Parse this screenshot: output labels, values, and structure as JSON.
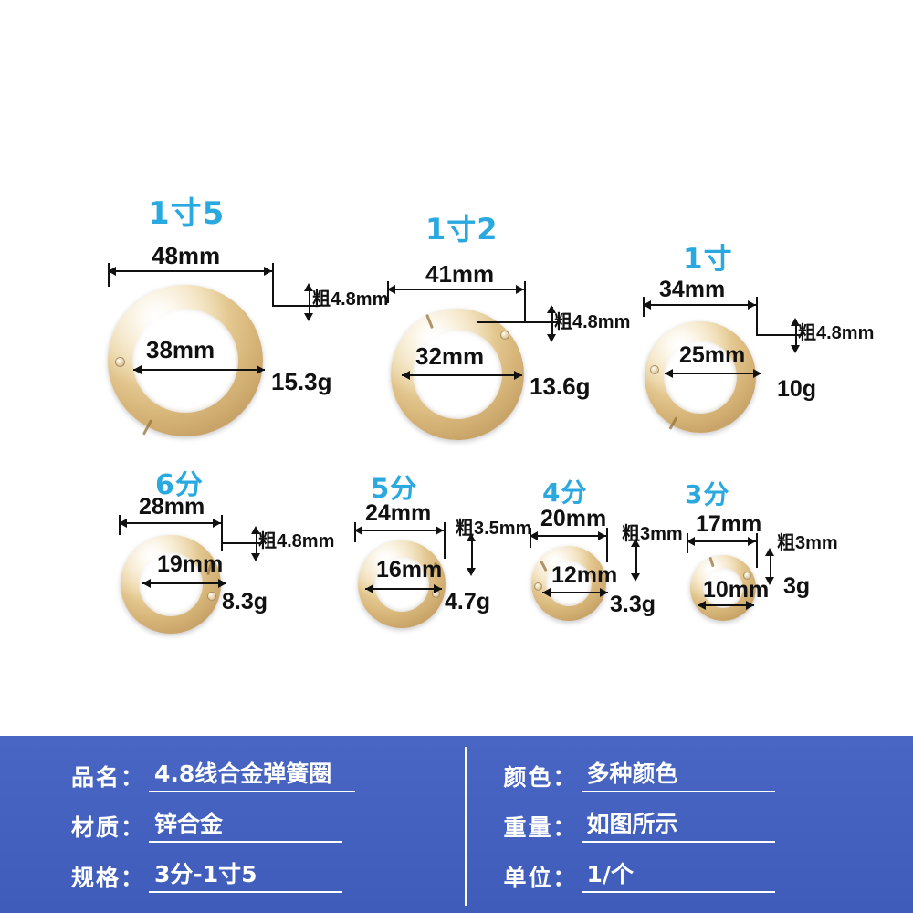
{
  "product": {
    "rings": [
      {
        "size_label": "1寸5",
        "outer_dim": "48mm",
        "inner_dim": "38mm",
        "thickness": "粗4.8mm",
        "weight": "15.3g"
      },
      {
        "size_label": "1寸2",
        "outer_dim": "41mm",
        "inner_dim": "32mm",
        "thickness": "粗4.8mm",
        "weight": "13.6g"
      },
      {
        "size_label": "1寸",
        "outer_dim": "34mm",
        "inner_dim": "25mm",
        "thickness": "粗4.8mm",
        "weight": "10g"
      },
      {
        "size_label": "6分",
        "outer_dim": "28mm",
        "inner_dim": "19mm",
        "thickness": "粗4.8mm",
        "weight": "8.3g"
      },
      {
        "size_label": "5分",
        "outer_dim": "24mm",
        "inner_dim": "16mm",
        "thickness": "粗3.5mm",
        "weight": "4.7g"
      },
      {
        "size_label": "4分",
        "outer_dim": "20mm",
        "inner_dim": "12mm",
        "thickness": "粗3mm",
        "weight": "3.3g"
      },
      {
        "size_label": "3分",
        "outer_dim": "17mm",
        "inner_dim": "10mm",
        "thickness": "粗3mm",
        "weight": "3g"
      }
    ]
  },
  "spec_panel": {
    "left": [
      {
        "key": "品名：",
        "value": "4.8线合金弹簧圈"
      },
      {
        "key": "材质：",
        "value": "锌合金"
      },
      {
        "key": "规格：",
        "value": "3分-1寸5"
      }
    ],
    "right": [
      {
        "key": "颜色：",
        "value": "多种颜色"
      },
      {
        "key": "重量：",
        "value": "如图所示"
      },
      {
        "key": "单位：",
        "value": "1/个"
      }
    ]
  },
  "colors": {
    "size_label": "#2aa8e0",
    "panel_bg": "#3f5cba",
    "text": "#111111",
    "metal": "#e8cf9a"
  }
}
